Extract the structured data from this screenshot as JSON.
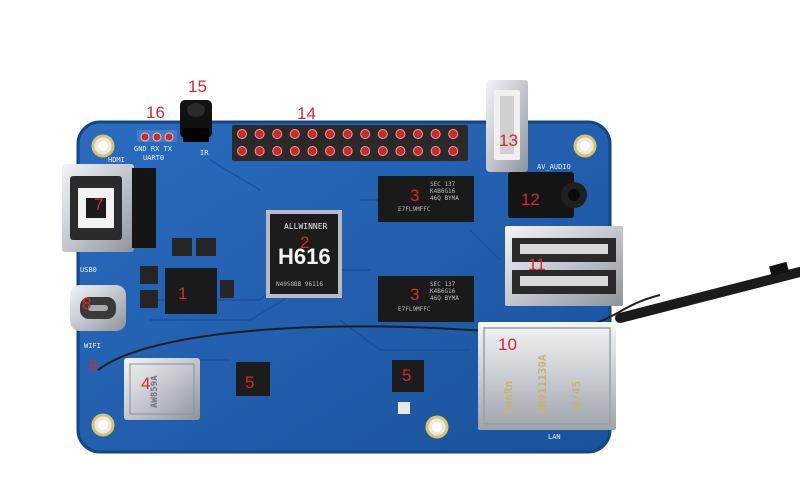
{
  "callouts": [
    "1",
    "2",
    "3",
    "3",
    "4",
    "5",
    "5",
    "7",
    "8",
    "9",
    "10",
    "11",
    "12",
    "13",
    "14",
    "15",
    "16"
  ],
  "silkscreen": {
    "uart_pins": "GND RX TX",
    "uart": "UART0",
    "ir": "IR",
    "hdmi": "HDMI",
    "usb0": "USB0",
    "wifi": "WIFI",
    "av_audio": "AV_AUDIO",
    "lan": "LAN"
  },
  "soc": {
    "brand": "ALLWINNER",
    "model": "H616",
    "marking": "N4058BB 96116"
  },
  "dram_marking": [
    "SEC 137",
    "K4B6G16",
    "46Q BYMA",
    "E7FL9MFFC"
  ],
  "wifi_module": "AW859A",
  "ethernet": {
    "brand": "HanRn",
    "part": "HR911130A",
    "code": "20/45"
  },
  "colors": {
    "pcb": "#1f5fb0",
    "pcb_dark": "#154a8e",
    "callout": "#d8282e",
    "metal": "#c8ccd2",
    "chip": "#1b1b1b"
  }
}
